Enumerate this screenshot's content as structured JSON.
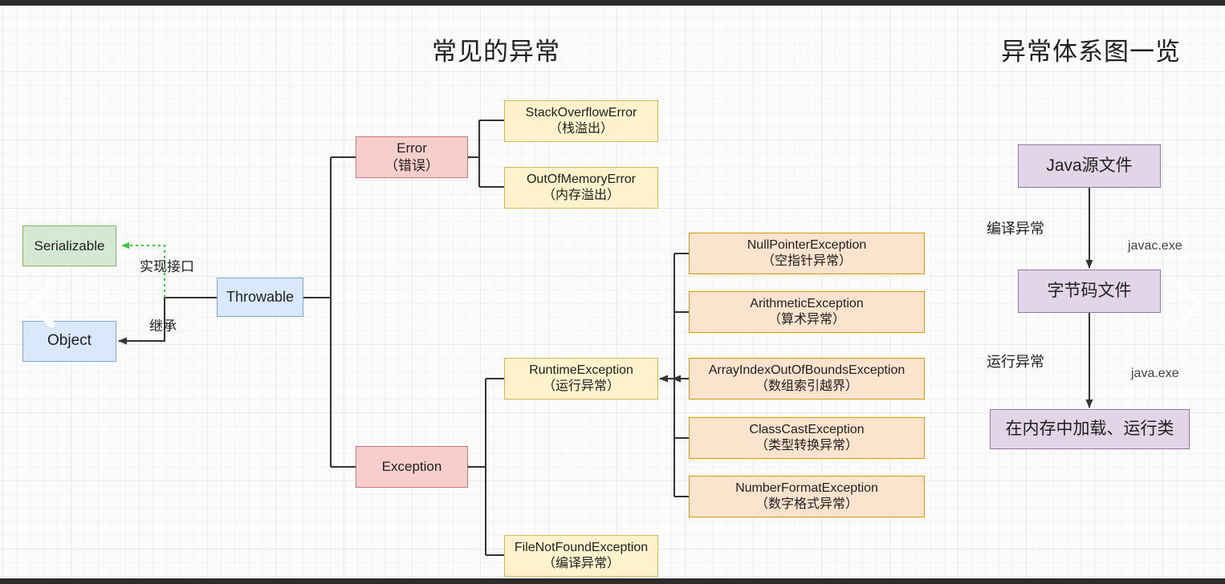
{
  "titles": {
    "left": "常见的异常",
    "right": "异常体系图一览"
  },
  "colors": {
    "blue_fill": "#dae8fc",
    "blue_stroke": "#7ea6d9",
    "green_fill": "#d5e8d4",
    "green_stroke": "#82b366",
    "pink_fill": "#f8cecc",
    "pink_stroke": "#c97a77",
    "yellow_fill": "#fff2cc",
    "yellow_stroke": "#d6b656",
    "orange_fill": "#fce3cd",
    "orange_stroke": "#d79b00",
    "purple_fill": "#e1d5e7",
    "purple_stroke": "#9673a6",
    "connector": "#333333",
    "implements_arrow": "#33cc33",
    "bar": "#2b2b2b"
  },
  "hierarchy": {
    "serializable": {
      "name": "Serializable"
    },
    "object": {
      "name": "Object"
    },
    "throwable": {
      "name": "Throwable"
    },
    "error": {
      "name": "Error",
      "cn": "（错误）"
    },
    "exception": {
      "name": "Exception",
      "cn": ""
    },
    "runtime_exception": {
      "name": "RuntimeException",
      "cn": "（运行异常）"
    },
    "stack_overflow": {
      "name": "StackOverflowError",
      "cn": "（栈溢出）"
    },
    "out_of_memory": {
      "name": "OutOfMemoryError",
      "cn": "（内存溢出）"
    },
    "file_not_found": {
      "name": "FileNotFoundException",
      "cn": "（编译异常）"
    },
    "runtime_children": [
      {
        "name": "NullPointerException",
        "cn": "（空指针异常）"
      },
      {
        "name": "ArithmeticException",
        "cn": "（算术异常）"
      },
      {
        "name": "ArrayIndexOutOfBoundsException",
        "cn": "（数组索引越界）"
      },
      {
        "name": "ClassCastException",
        "cn": "（类型转换异常）"
      },
      {
        "name": "NumberFormatException",
        "cn": "（数字格式异常）"
      }
    ],
    "edge_labels": {
      "implements": "实现接口",
      "extends": "继承"
    }
  },
  "pipeline": {
    "nodes": [
      {
        "name": "Java源文件"
      },
      {
        "name": "字节码文件"
      },
      {
        "name": "在内存中加载、运行类"
      }
    ],
    "left_labels": [
      "编译异常",
      "运行异常"
    ],
    "right_labels": [
      "javac.exe",
      "java.exe"
    ]
  },
  "nav": {
    "prev": "chevron-left",
    "next": "chevron-right"
  }
}
